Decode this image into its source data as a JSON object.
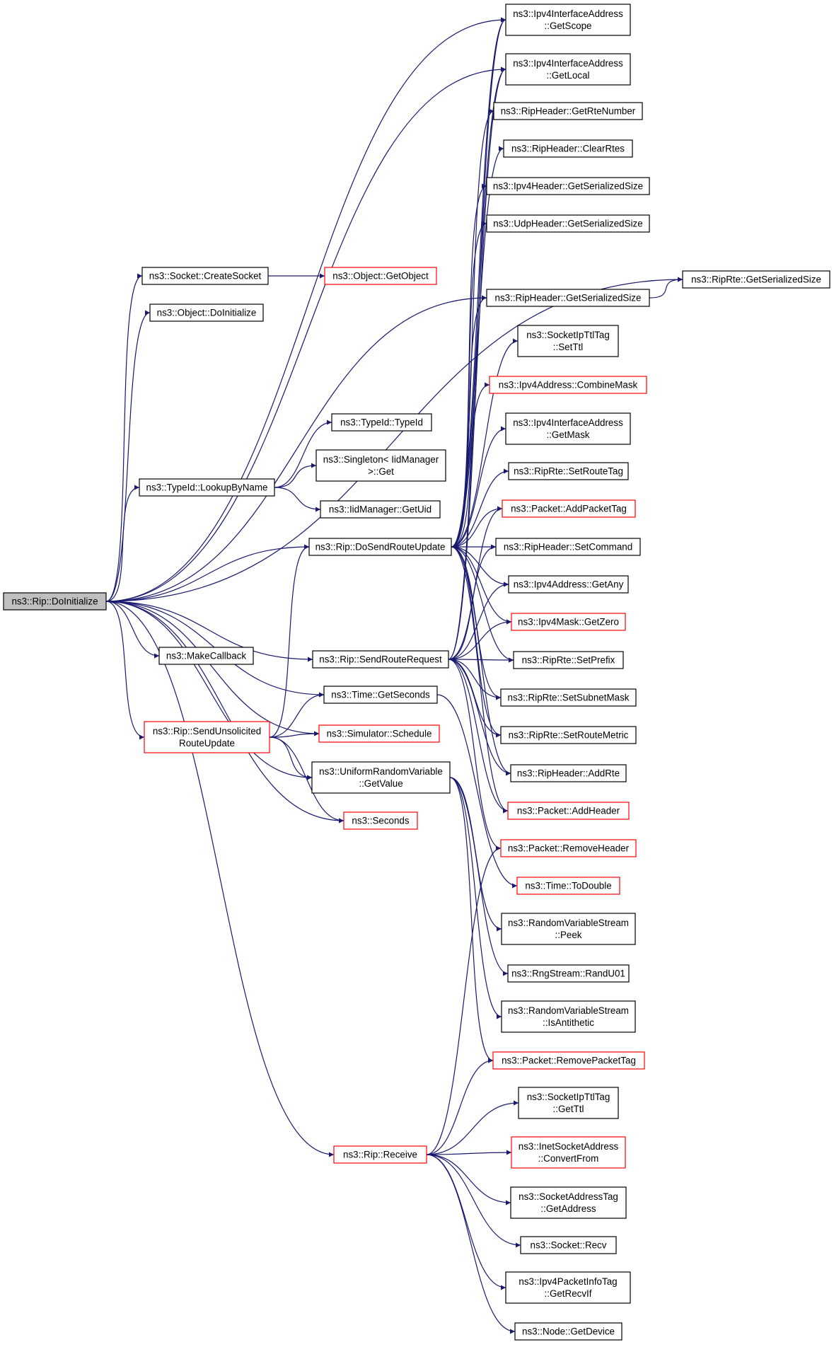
{
  "diagram": {
    "type": "call-graph",
    "colors": {
      "edge": "#191970",
      "node_border": "#000000",
      "incomplete_node_border": "#ff0000",
      "root_fill": "#bfbfbf",
      "node_fill": "#ffffff"
    },
    "nodes": [
      {
        "id": "doinit",
        "lines": [
          "ns3::Rip::DoInitialize"
        ],
        "root": true
      },
      {
        "id": "createsocket",
        "lines": [
          "ns3::Socket::CreateSocket"
        ]
      },
      {
        "id": "getobject",
        "lines": [
          "ns3::Object::GetObject"
        ],
        "incomplete": true
      },
      {
        "id": "objdoinit",
        "lines": [
          "ns3::Object::DoInitialize"
        ]
      },
      {
        "id": "typeid_typeid",
        "lines": [
          "ns3::TypeId::TypeId"
        ]
      },
      {
        "id": "singleton",
        "lines": [
          "ns3::Singleton< IidManager",
          ">::Get"
        ]
      },
      {
        "id": "lookupbyname",
        "lines": [
          "ns3::TypeId::LookupByName"
        ]
      },
      {
        "id": "iidgetuid",
        "lines": [
          "ns3::IidManager::GetUid"
        ]
      },
      {
        "id": "dosendroute",
        "lines": [
          "ns3::Rip::DoSendRouteUpdate"
        ]
      },
      {
        "id": "makecallback",
        "lines": [
          "ns3::MakeCallback"
        ]
      },
      {
        "id": "sendrouterequest",
        "lines": [
          "ns3::Rip::SendRouteRequest"
        ]
      },
      {
        "id": "timegetseconds",
        "lines": [
          "ns3::Time::GetSeconds"
        ]
      },
      {
        "id": "sendunsolicited",
        "lines": [
          "ns3::Rip::SendUnsolicited",
          "RouteUpdate"
        ],
        "incomplete": true
      },
      {
        "id": "simschedule",
        "lines": [
          "ns3::Simulator::Schedule"
        ],
        "incomplete": true
      },
      {
        "id": "urvgetvalue",
        "lines": [
          "ns3::UniformRandomVariable",
          "::GetValue"
        ]
      },
      {
        "id": "seconds",
        "lines": [
          "ns3::Seconds"
        ],
        "incomplete": true
      },
      {
        "id": "receive",
        "lines": [
          "ns3::Rip::Receive"
        ],
        "incomplete": true
      },
      {
        "id": "getscope",
        "lines": [
          "ns3::Ipv4InterfaceAddress",
          "::GetScope"
        ]
      },
      {
        "id": "getlocal",
        "lines": [
          "ns3::Ipv4InterfaceAddress",
          "::GetLocal"
        ]
      },
      {
        "id": "getrtenumber",
        "lines": [
          "ns3::RipHeader::GetRteNumber"
        ]
      },
      {
        "id": "clearrtes",
        "lines": [
          "ns3::RipHeader::ClearRtes"
        ]
      },
      {
        "id": "ipv4hdrsize",
        "lines": [
          "ns3::Ipv4Header::GetSerializedSize"
        ]
      },
      {
        "id": "udphdrsize",
        "lines": [
          "ns3::UdpHeader::GetSerializedSize"
        ]
      },
      {
        "id": "riphdrsize",
        "lines": [
          "ns3::RipHeader::GetSerializedSize"
        ]
      },
      {
        "id": "ripertesize",
        "lines": [
          "ns3::RipRte::GetSerializedSize"
        ]
      },
      {
        "id": "setttl",
        "lines": [
          "ns3::SocketIpTtlTag",
          "::SetTtl"
        ]
      },
      {
        "id": "combinemask",
        "lines": [
          "ns3::Ipv4Address::CombineMask"
        ],
        "incomplete": true
      },
      {
        "id": "getmask",
        "lines": [
          "ns3::Ipv4InterfaceAddress",
          "::GetMask"
        ]
      },
      {
        "id": "setroutetag",
        "lines": [
          "ns3::RipRte::SetRouteTag"
        ]
      },
      {
        "id": "addpackettag",
        "lines": [
          "ns3::Packet::AddPacketTag"
        ],
        "incomplete": true
      },
      {
        "id": "setcommand",
        "lines": [
          "ns3::RipHeader::SetCommand"
        ]
      },
      {
        "id": "getany",
        "lines": [
          "ns3::Ipv4Address::GetAny"
        ]
      },
      {
        "id": "getzero",
        "lines": [
          "ns3::Ipv4Mask::GetZero"
        ],
        "incomplete": true
      },
      {
        "id": "setprefix",
        "lines": [
          "ns3::RipRte::SetPrefix"
        ]
      },
      {
        "id": "setsubnetmask",
        "lines": [
          "ns3::RipRte::SetSubnetMask"
        ]
      },
      {
        "id": "setroutemetric",
        "lines": [
          "ns3::RipRte::SetRouteMetric"
        ]
      },
      {
        "id": "addrte",
        "lines": [
          "ns3::RipHeader::AddRte"
        ]
      },
      {
        "id": "addheader",
        "lines": [
          "ns3::Packet::AddHeader"
        ],
        "incomplete": true
      },
      {
        "id": "removeheader",
        "lines": [
          "ns3::Packet::RemoveHeader"
        ],
        "incomplete": true
      },
      {
        "id": "todouble",
        "lines": [
          "ns3::Time::ToDouble"
        ],
        "incomplete": true
      },
      {
        "id": "rvspeek",
        "lines": [
          "ns3::RandomVariableStream",
          "::Peek"
        ]
      },
      {
        "id": "randu01",
        "lines": [
          "ns3::RngStream::RandU01"
        ]
      },
      {
        "id": "isantithetic",
        "lines": [
          "ns3::RandomVariableStream",
          "::IsAntithetic"
        ]
      },
      {
        "id": "removepackettag",
        "lines": [
          "ns3::Packet::RemovePacketTag"
        ],
        "incomplete": true
      },
      {
        "id": "getttl",
        "lines": [
          "ns3::SocketIpTtlTag",
          "::GetTtl"
        ]
      },
      {
        "id": "convertfrom",
        "lines": [
          "ns3::InetSocketAddress",
          "::ConvertFrom"
        ],
        "incomplete": true
      },
      {
        "id": "getaddress",
        "lines": [
          "ns3::SocketAddressTag",
          "::GetAddress"
        ]
      },
      {
        "id": "socketrecv",
        "lines": [
          "ns3::Socket::Recv"
        ]
      },
      {
        "id": "getrecvif",
        "lines": [
          "ns3::Ipv4PacketInfoTag",
          "::GetRecvIf"
        ]
      },
      {
        "id": "nodegetdevice",
        "lines": [
          "ns3::Node::GetDevice"
        ]
      }
    ]
  }
}
